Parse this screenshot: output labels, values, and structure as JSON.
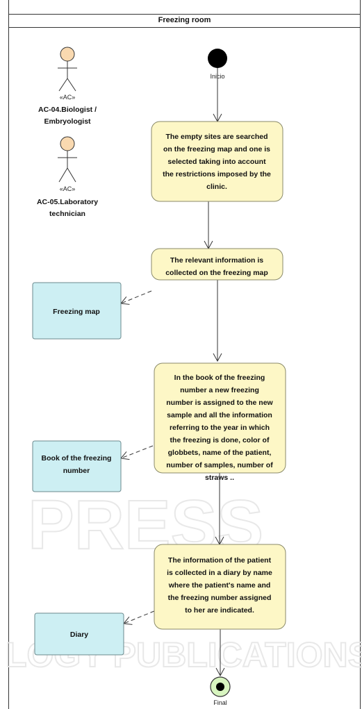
{
  "title": "Freezing room",
  "actors": [
    {
      "stereotype": "«AC»",
      "name_lines": [
        "AC-04.Biologist /",
        "Embryologist"
      ]
    },
    {
      "stereotype": "«AC»",
      "name_lines": [
        "AC-05.Laboratory",
        "technician"
      ]
    }
  ],
  "start_label": "Inicio",
  "final_label": "Final",
  "activities": [
    {
      "lines": [
        "The empty sites are searched",
        "on the freezing map and one is",
        "selected taking into account",
        "the restrictions imposed by the",
        "clinic."
      ]
    },
    {
      "lines": [
        "The relevant information is",
        "collected on the freezing map"
      ]
    },
    {
      "lines": [
        "In the book of the freezing",
        "number a new freezing",
        "number is assigned to the new",
        "sample and all the information",
        "referring to the year in which",
        "the freezing is done, color of",
        "globbets, name of the patient,",
        "number of samples, number of",
        "straws .."
      ]
    },
    {
      "lines": [
        "The information of the patient",
        "is collected in a diary by name",
        "where the patient's name and",
        "the freezing number assigned",
        "to her are indicated."
      ]
    }
  ],
  "objects": [
    {
      "lines": [
        "Freezing map"
      ]
    },
    {
      "lines": [
        "Book of the freezing",
        "number"
      ]
    },
    {
      "lines": [
        "Diary"
      ]
    }
  ],
  "watermark": [
    "PRESS",
    "LOGY PUBLICATIONS"
  ],
  "colors": {
    "activity_fill": "#fdf7c6",
    "activity_stroke": "#8a8a6a",
    "object_fill": "#cdeff3",
    "object_stroke": "#6b8a8e",
    "actor_fill": "#f9d9b0",
    "final_fill": "#d8f5c0"
  }
}
